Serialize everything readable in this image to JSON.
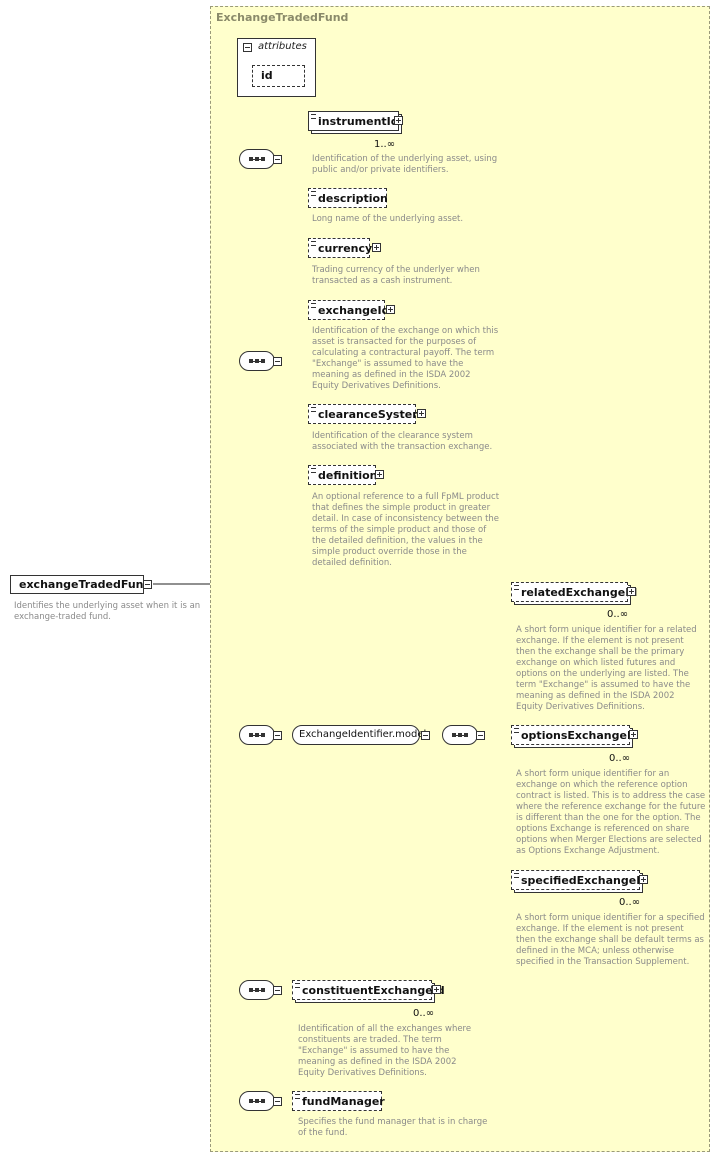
{
  "type_name": "ExchangeTradedFund",
  "attributes": {
    "title": "attributes",
    "id": "id"
  },
  "root": {
    "name": "exchangeTradedFund",
    "description": "Identifies the underlying asset when it is an\nexchange-traded fund."
  },
  "elements": {
    "instrumentId": {
      "name": "instrumentId",
      "occurrence": "1..∞",
      "description": "Identification of the underlying asset, using\npublic and/or private identifiers."
    },
    "description": {
      "name": "description",
      "description": "Long name of the underlying asset."
    },
    "currency": {
      "name": "currency",
      "description": "Trading currency of the underlyer when\ntransacted as a cash instrument."
    },
    "exchangeId": {
      "name": "exchangeId",
      "description": "Identification of the exchange on which this\nasset is transacted for the purposes of\ncalculating a contractural payoff. The term\n\"Exchange\" is assumed to have the\nmeaning as defined in the ISDA 2002\nEquity Derivatives Definitions."
    },
    "clearanceSystem": {
      "name": "clearanceSystem",
      "description": "Identification of the clearance system\nassociated with the transaction exchange."
    },
    "definition": {
      "name": "definition",
      "description": "An optional reference to a full FpML product\nthat defines the simple product in greater\ndetail. In case of inconsistency between the\nterms of the simple product and those of\nthe detailed definition, the values in the\nsimple product override those in the\ndetailed definition."
    },
    "relatedExchangeId": {
      "name": "relatedExchangeId",
      "occurrence": "0..∞",
      "description": "A short form unique identifier for a related\nexchange. If the element is not present\nthen the exchange shall be the primary\nexchange on which listed futures and\noptions on the underlying are listed. The\nterm \"Exchange\" is assumed to have the\nmeaning as defined in the ISDA 2002\nEquity Derivatives Definitions."
    },
    "optionsExchangeId": {
      "name": "optionsExchangeId",
      "occurrence": "0..∞",
      "description": "A short form unique identifier for an\nexchange on which the reference option\ncontract is listed. This is to address the case\nwhere the reference exchange for the future\nis different than the one for the option. The\noptions Exchange is referenced on share\noptions when Merger Elections are selected\nas Options Exchange Adjustment."
    },
    "specifiedExchangeId": {
      "name": "specifiedExchangeId",
      "occurrence": "0..∞",
      "description": "A short form unique identifier for a specified\nexchange. If the element is not present\nthen the exchange shall be default terms as\ndefined in the MCA; unless otherwise\nspecified in the Transaction Supplement."
    },
    "constituentExchangeId": {
      "name": "constituentExchangeId",
      "occurrence": "0..∞",
      "description": "Identification of all the exchanges where\nconstituents are traded. The term\n\"Exchange\" is assumed to have the\nmeaning as defined in the ISDA 2002\nEquity Derivatives Definitions."
    },
    "fundManager": {
      "name": "fundManager",
      "description": "Specifies the fund manager that is in charge\nof the fund."
    }
  },
  "model_group": "ExchangeIdentifier.model",
  "colors": {
    "type_background": "#ffffcc",
    "border": "#333333",
    "description_text": "#8a8a8a"
  }
}
